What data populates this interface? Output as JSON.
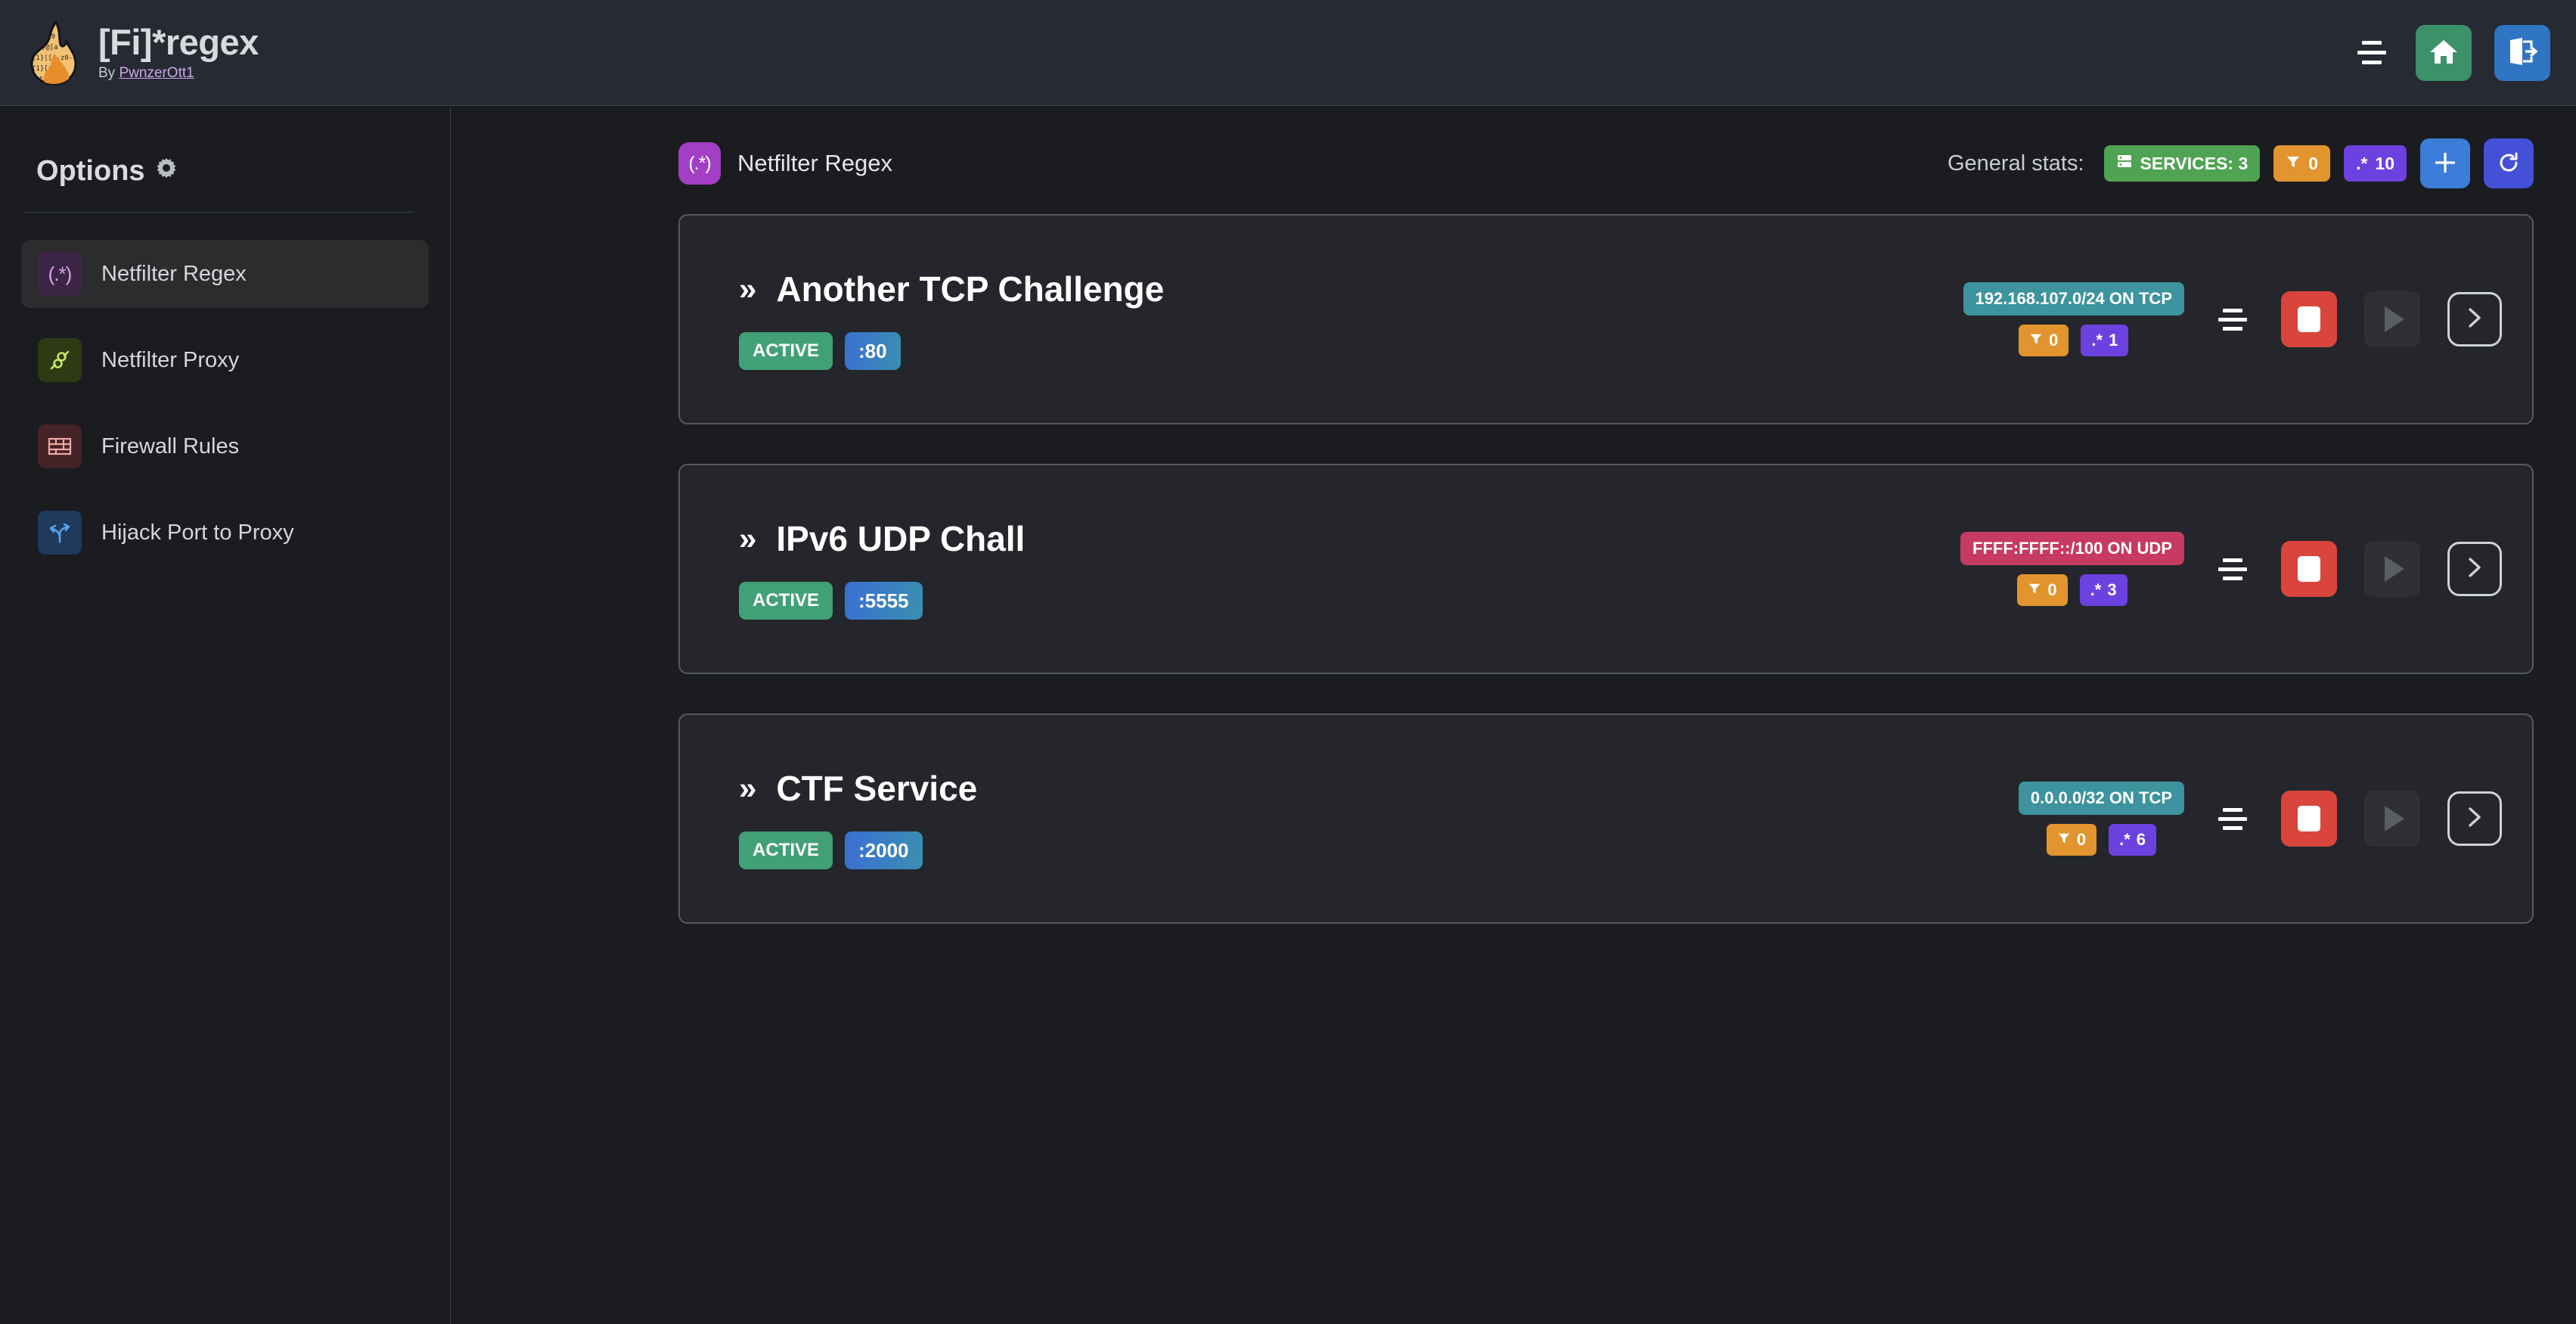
{
  "header": {
    "logo_icon": "flame-regex-logo",
    "title": "[Fi]*regex",
    "by_prefix": "By ",
    "author": "PwnzerOtt1",
    "menu_icon": "hamburger-icon",
    "home_icon": "home-icon",
    "logout_icon": "logout-icon"
  },
  "sidebar": {
    "title": "Options",
    "gear_icon": "gear-icon",
    "items": [
      {
        "label": "Netfilter Regex",
        "icon": "regex-icon",
        "glyph": "(.*)",
        "active": true
      },
      {
        "label": "Netfilter Proxy",
        "icon": "plug-icon",
        "active": false
      },
      {
        "label": "Firewall Rules",
        "icon": "brick-wall-icon",
        "active": false
      },
      {
        "label": "Hijack Port to Proxy",
        "icon": "branch-arrow-icon",
        "active": false
      }
    ]
  },
  "main": {
    "page_icon": "regex-icon",
    "page_icon_glyph": "(.*)",
    "page_title": "Netfilter Regex",
    "stats_label": "General stats:",
    "stats": {
      "services_icon": "server-icon",
      "services_label": "SERVICES: 3",
      "filter_icon": "funnel-icon",
      "filter_count": "0",
      "regex_icon": "regex-glyph-icon",
      "regex_glyph": ".*",
      "regex_count": "10"
    },
    "add_icon": "plus-icon",
    "refresh_icon": "refresh-icon"
  },
  "services": [
    {
      "chevron": "»",
      "name": "Another TCP Challenge",
      "status": "ACTIVE",
      "port": ":80",
      "network": "192.168.107.0/24 ON TCP",
      "protocol": "TCP",
      "filter_count": "0",
      "regex_glyph": ".*",
      "regex_count": "1",
      "menu_icon": "hamburger-icon",
      "stop_icon": "stop-icon",
      "play_icon": "play-icon",
      "open_icon": "chevron-right-icon"
    },
    {
      "chevron": "»",
      "name": "IPv6 UDP Chall",
      "status": "ACTIVE",
      "port": ":5555",
      "network": "FFFF:FFFF::/100 ON UDP",
      "protocol": "UDP",
      "filter_count": "0",
      "regex_glyph": ".*",
      "regex_count": "3",
      "menu_icon": "hamburger-icon",
      "stop_icon": "stop-icon",
      "play_icon": "play-icon",
      "open_icon": "chevron-right-icon"
    },
    {
      "chevron": "»",
      "name": "CTF Service",
      "status": "ACTIVE",
      "port": ":2000",
      "network": "0.0.0.0/32 ON TCP",
      "protocol": "TCP",
      "filter_count": "0",
      "regex_glyph": ".*",
      "regex_count": "6",
      "menu_icon": "hamburger-icon",
      "stop_icon": "stop-icon",
      "play_icon": "play-icon",
      "open_icon": "chevron-right-icon"
    }
  ],
  "colors": {
    "header_bg": "#262a33",
    "body_bg": "#1a1c20",
    "card_bg": "#24262b",
    "card_border": "#565a60",
    "green": "#4fa352",
    "orange": "#e2952e",
    "purple": "#6c41e0",
    "teal": "#3d939e",
    "crimson": "#c73a62",
    "red": "#d9453c",
    "blue": "#3b7dd8",
    "indigo": "#4550d8",
    "active_green": "#42a077",
    "page_icon_purple": "#a33fc4"
  }
}
